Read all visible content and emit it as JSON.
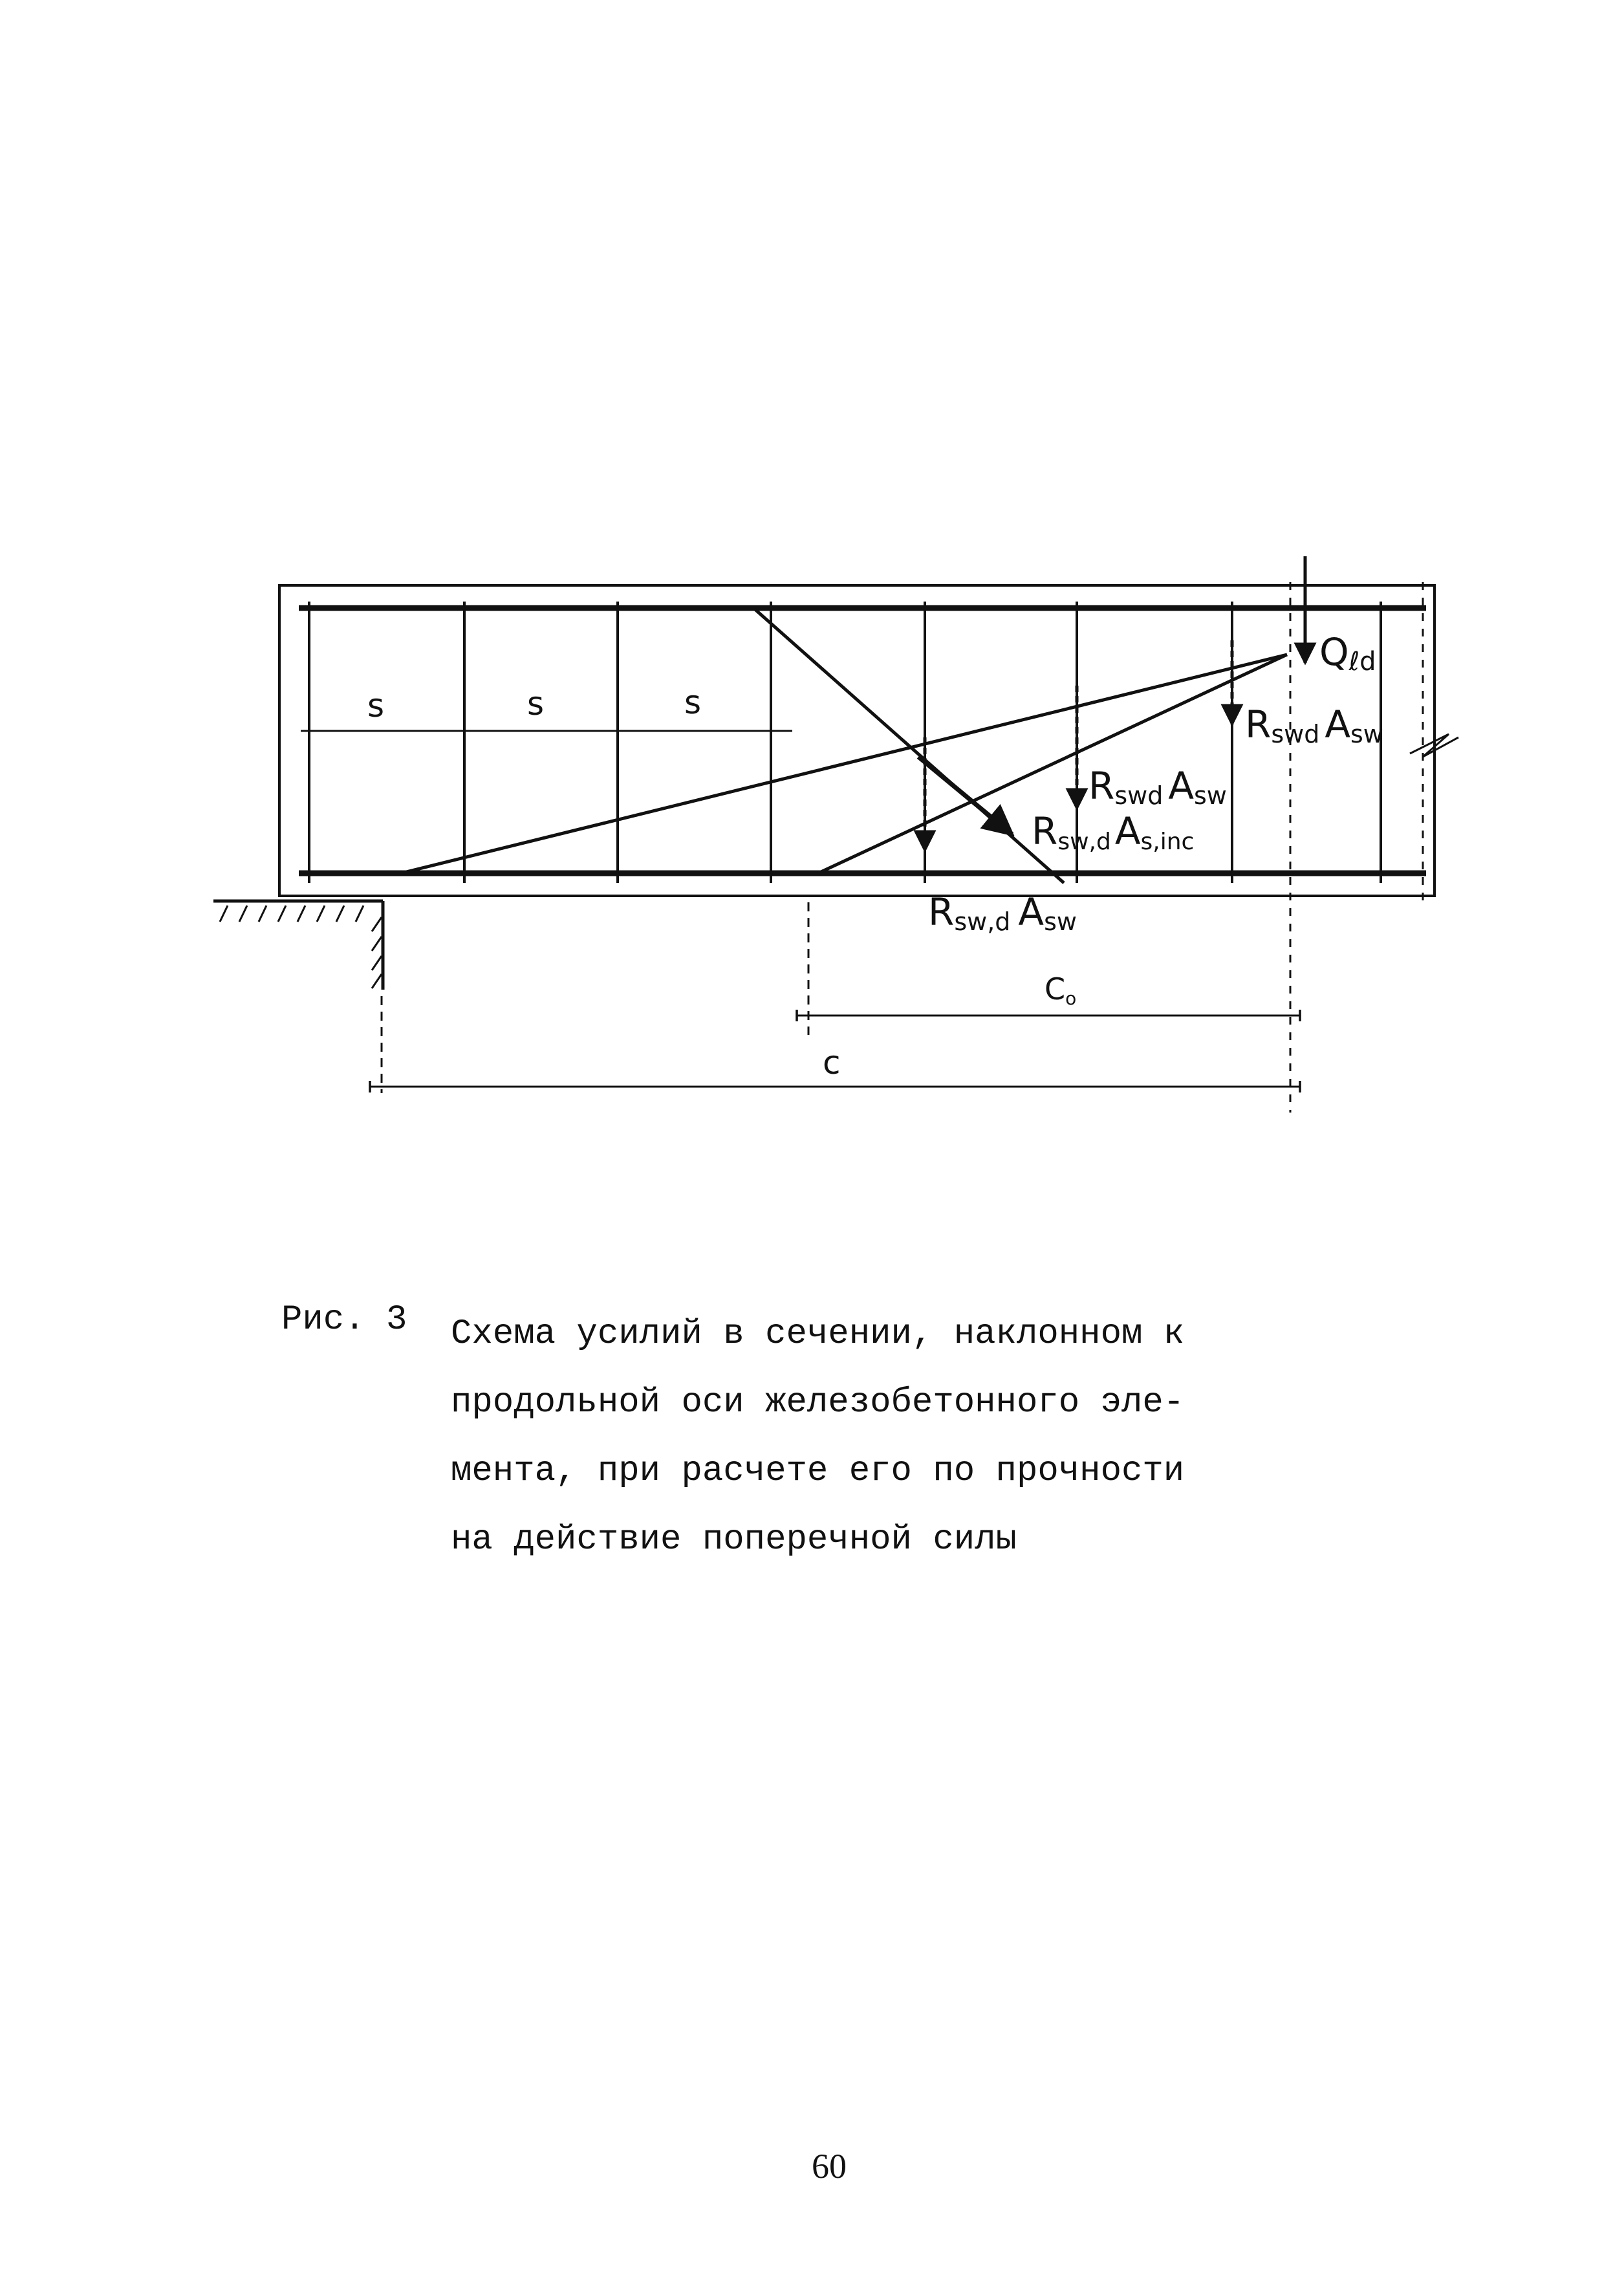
{
  "diagram": {
    "labels": {
      "s1": "s",
      "s2": "s",
      "s3": "s",
      "q": "Q",
      "q_sub": "ℓd",
      "rswd_asw_right": "R",
      "rswd_asw_right_sub": "swd",
      "rswd_asw_right_a": "A",
      "rswd_asw_right_a_sub": "sw",
      "rswd_asw_mid": "R",
      "rswd_asw_mid_sub": "swd",
      "rswd_asw_mid_a": "A",
      "rswd_asw_mid_a_sub": "sw",
      "rswd_asinc": "R",
      "rswd_asinc_sub": "sw,d",
      "rswd_asinc_a": "A",
      "rswd_asinc_a_sub": "s,inc",
      "rswd_asw_bottom": "R",
      "rswd_asw_bottom_sub": "sw,d",
      "rswd_asw_bottom_a": "A",
      "rswd_asw_bottom_a_sub": "sw",
      "c0": "C",
      "c0_sub": "o",
      "c": "c"
    }
  },
  "caption": {
    "number": "Рис. 3",
    "lines": [
      "Схема усилий в сечении, наклонном к",
      "продольной оси железобетонного эле-",
      "мента, при расчете его по прочности",
      "на действие поперечной силы"
    ]
  },
  "page_number": "60"
}
